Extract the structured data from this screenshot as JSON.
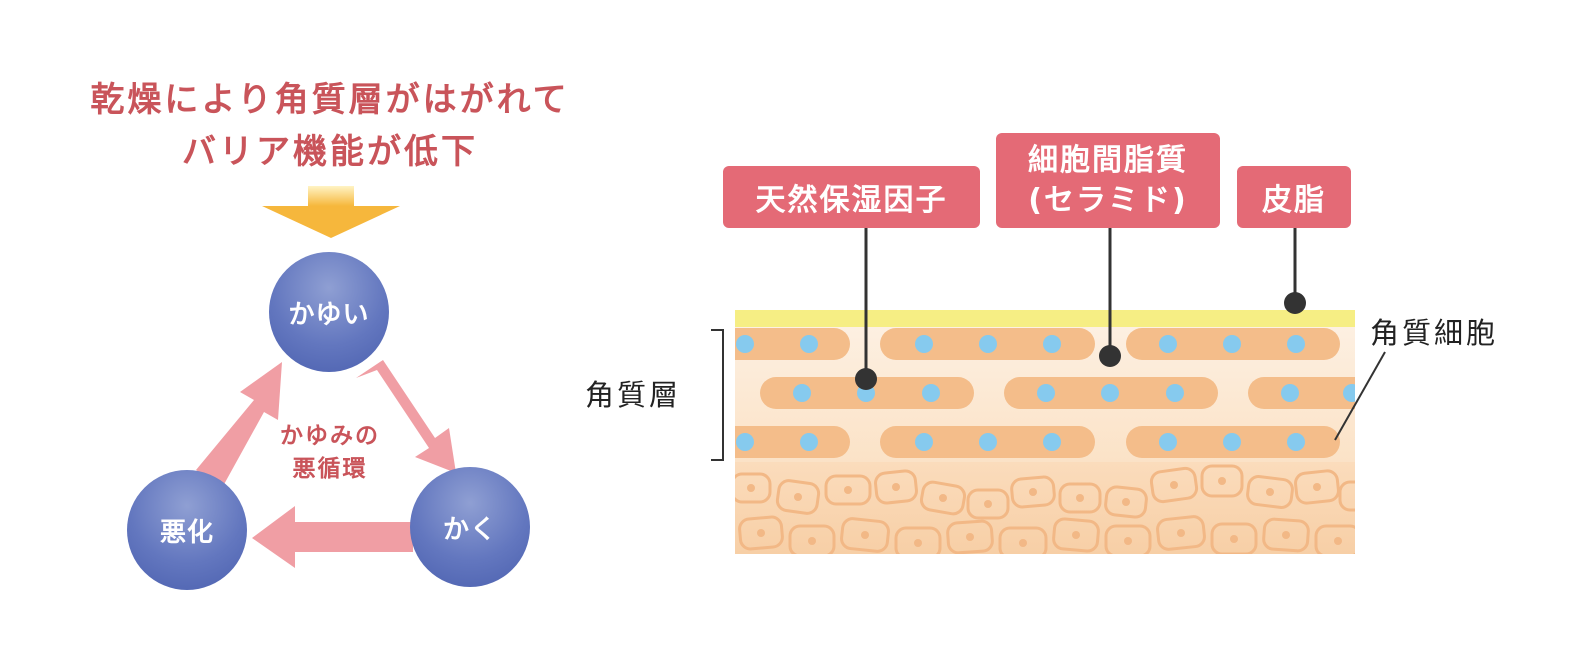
{
  "left_panel": {
    "headline_line1": "乾燥により角質層がはがれて",
    "headline_line2": "バリア機能が低下",
    "cycle_center_line1": "かゆみの",
    "cycle_center_line2": "悪循環",
    "nodes": {
      "top": "かゆい",
      "bottom_right": "かく",
      "bottom_left": "悪化"
    }
  },
  "right_panel": {
    "tags": {
      "natural_moisturizing_factor": "天然保湿因子",
      "intercellular_lipid_line1": "細胞間脂質",
      "intercellular_lipid_line2": "(セラミド)",
      "sebum": "皮脂"
    },
    "labels": {
      "stratum_corneum": "角質層",
      "corneocyte": "角質細胞"
    }
  },
  "colors": {
    "accent_text": "#c9545a",
    "node_blue": "#5b6fbd",
    "arrow_pink": "#f09ea4",
    "tag_red": "#e46a76",
    "sebum_yellow": "#f6ee84",
    "cell_orange": "#f4bd8a",
    "dot_blue": "#86caee"
  }
}
